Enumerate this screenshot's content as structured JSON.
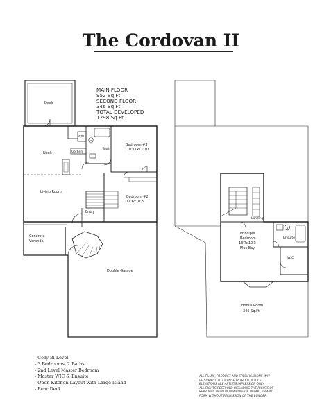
{
  "title": "The Cordovan II",
  "stats": {
    "main_floor_label": "MAIN FLOOR",
    "main_floor_area": "952 Sq.Ft.",
    "second_floor_label": "SECOND FLOOR",
    "second_floor_area": "346 Sq.Ft.",
    "total_label": "TOTAL DEVELOPED",
    "total_area": "1298 Sq.Ft."
  },
  "rooms": {
    "deck": "Deck",
    "nook": "Nook",
    "kitchen": "Kitchen",
    "wp": "W/P",
    "bath": "Bath",
    "bedroom3_name": "Bedroom #3",
    "bedroom3_size": "10'11x11'10",
    "bedroom2_name": "Bedroom #2",
    "bedroom2_size": "11'6x10'8",
    "living": "Living Room",
    "entry": "Entry",
    "veranda_1": "Concrete",
    "veranda_2": "Veranda",
    "garage": "Double Garage",
    "principle_1": "Principle",
    "principle_2": "Bedroom",
    "principle_3": "13'7x12'3",
    "principle_4": "Plus Bay",
    "landing": "Landing",
    "ensuite": "Ensuite",
    "wic": "W/C",
    "bonus_name": "Bonus Room",
    "bonus_area": "346 Sq.Ft."
  },
  "features": [
    "- Cozy Bi-Level",
    "- 3 Bedrooms, 2 Baths",
    "- 2nd Level Master Bedroom",
    "- Master WIC & Ensuite",
    "- Open Kitchen Layout with Large Island",
    "- Rear Deck"
  ],
  "disclaimer": [
    "All plans, product and specifications may",
    "be subject to change without notice.",
    "Elevations are artists impression only.",
    "All rights reserved including the rights of",
    "reproduction or in whole or in part, in any",
    "form without permission of the builder."
  ]
}
